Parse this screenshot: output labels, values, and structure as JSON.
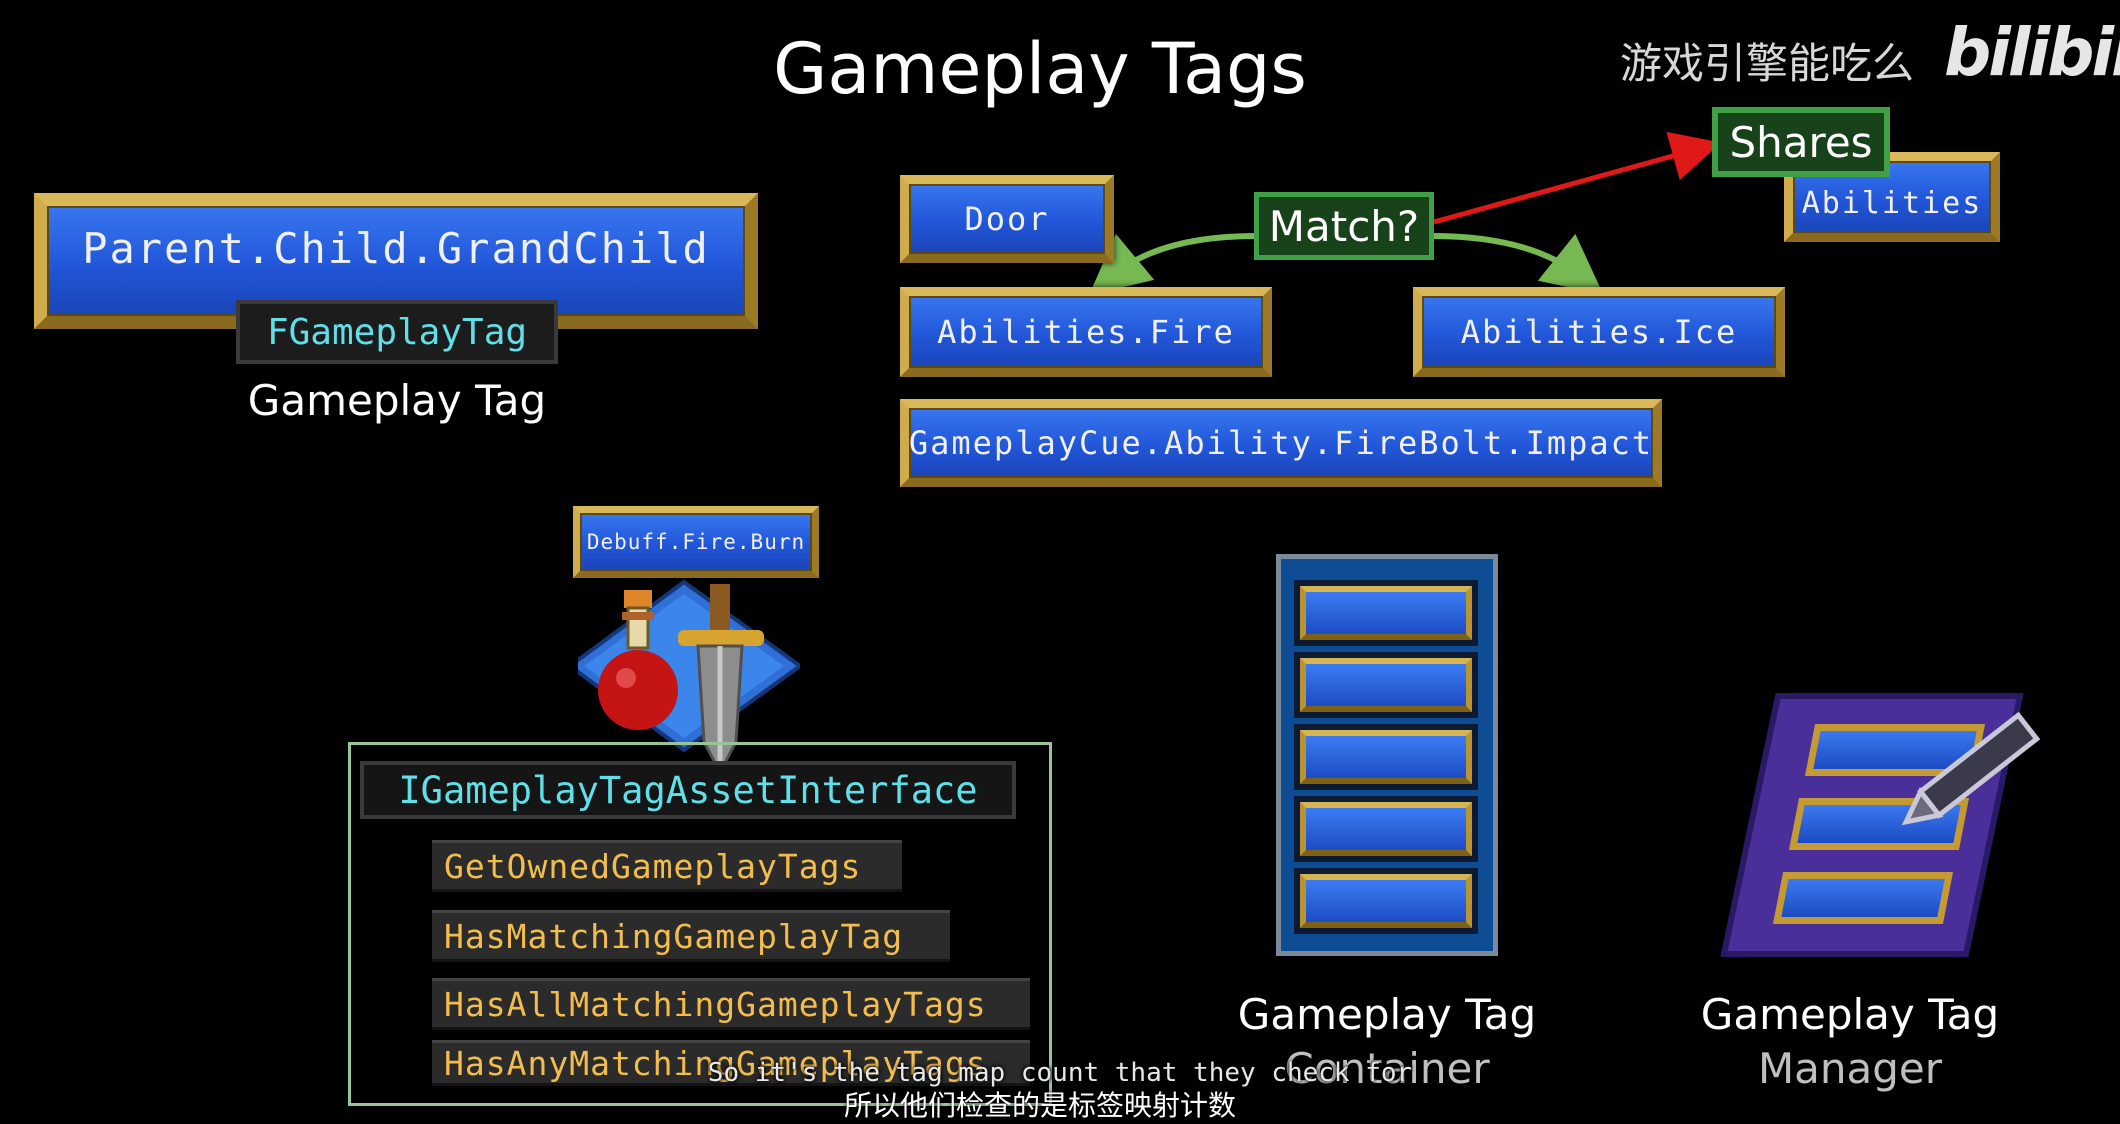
{
  "title": "Gameplay Tags",
  "watermark": {
    "channel": "游戏引擎能吃么",
    "logo": "bilibili"
  },
  "gameplay_tag": {
    "tag": "Parent.Child.GrandChild",
    "type": "FGameplayTag",
    "caption": "Gameplay Tag"
  },
  "matching": {
    "door": "Door",
    "match_label": "Match?",
    "fire": "Abilities.Fire",
    "ice": "Abilities.Ice",
    "cue": "GameplayCue.Ability.FireBolt.Impact",
    "shares_label": "Shares",
    "abilities": "Abilities"
  },
  "asset_interface": {
    "item_tag": "Debuff.Fire.Burn",
    "interface": "IGameplayTagAssetInterface",
    "functions": [
      "GetOwnedGameplayTags",
      "HasMatchingGameplayTag",
      "HasAllMatchingGameplayTags",
      "HasAnyMatchingGameplayTags"
    ]
  },
  "container": {
    "caption_line1": "Gameplay Tag",
    "caption_line2": "Container"
  },
  "manager": {
    "caption_line1": "Gameplay Tag",
    "caption_line2": "Manager"
  },
  "subtitles": {
    "en": "So it's the tag map count that they check for",
    "zh": "所以他们检查的是标签映射计数"
  },
  "colors": {
    "tag_blue": "#2156d8",
    "gold_frame": "#b89432",
    "accent_cyan": "#5fe0e8",
    "function_yellow": "#f3bd4c",
    "match_green": "#3fa046",
    "shares_arrow": "#e01818"
  }
}
